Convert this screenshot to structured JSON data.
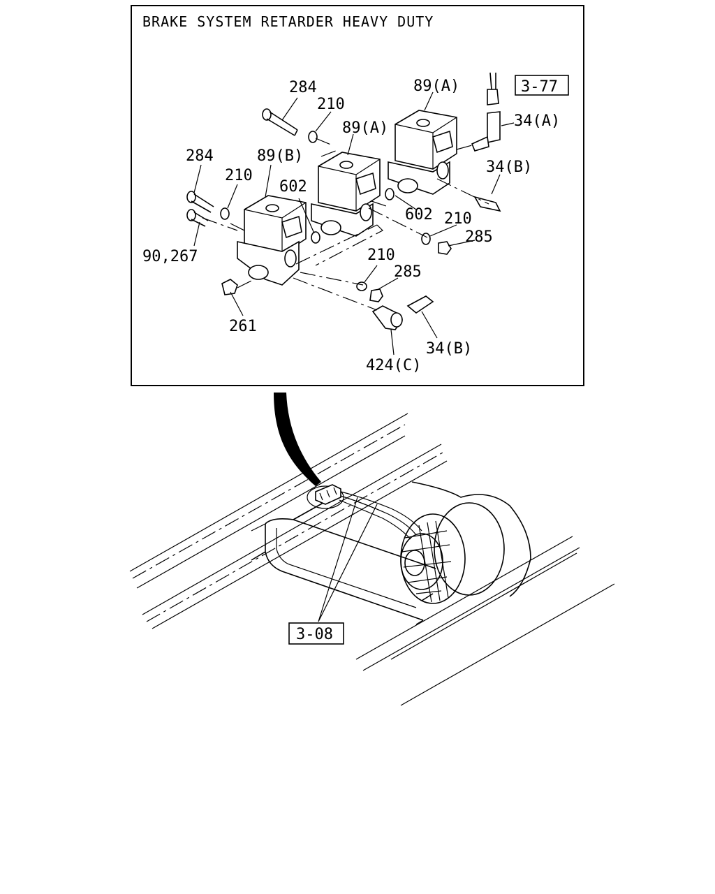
{
  "title": "BRAKE SYSTEM RETARDER HEAVY DUTY",
  "refs": {
    "ref_top": "3-77",
    "ref_bottom": "3-08"
  },
  "labels": {
    "l284a": "284",
    "l210a": "210",
    "l89a1": "89(A)",
    "l89a2": "89(A)",
    "l34a": "34(A)",
    "l284b": "284",
    "l210b": "210",
    "l89b": "89(B)",
    "l602a": "602",
    "l34b1": "34(B)",
    "l602b": "602",
    "l210c": "210",
    "l285a": "285",
    "l90": "90,267",
    "l210d": "210",
    "l285b": "285",
    "l261": "261",
    "l34b2": "34(B)",
    "l424": "424(C)"
  }
}
